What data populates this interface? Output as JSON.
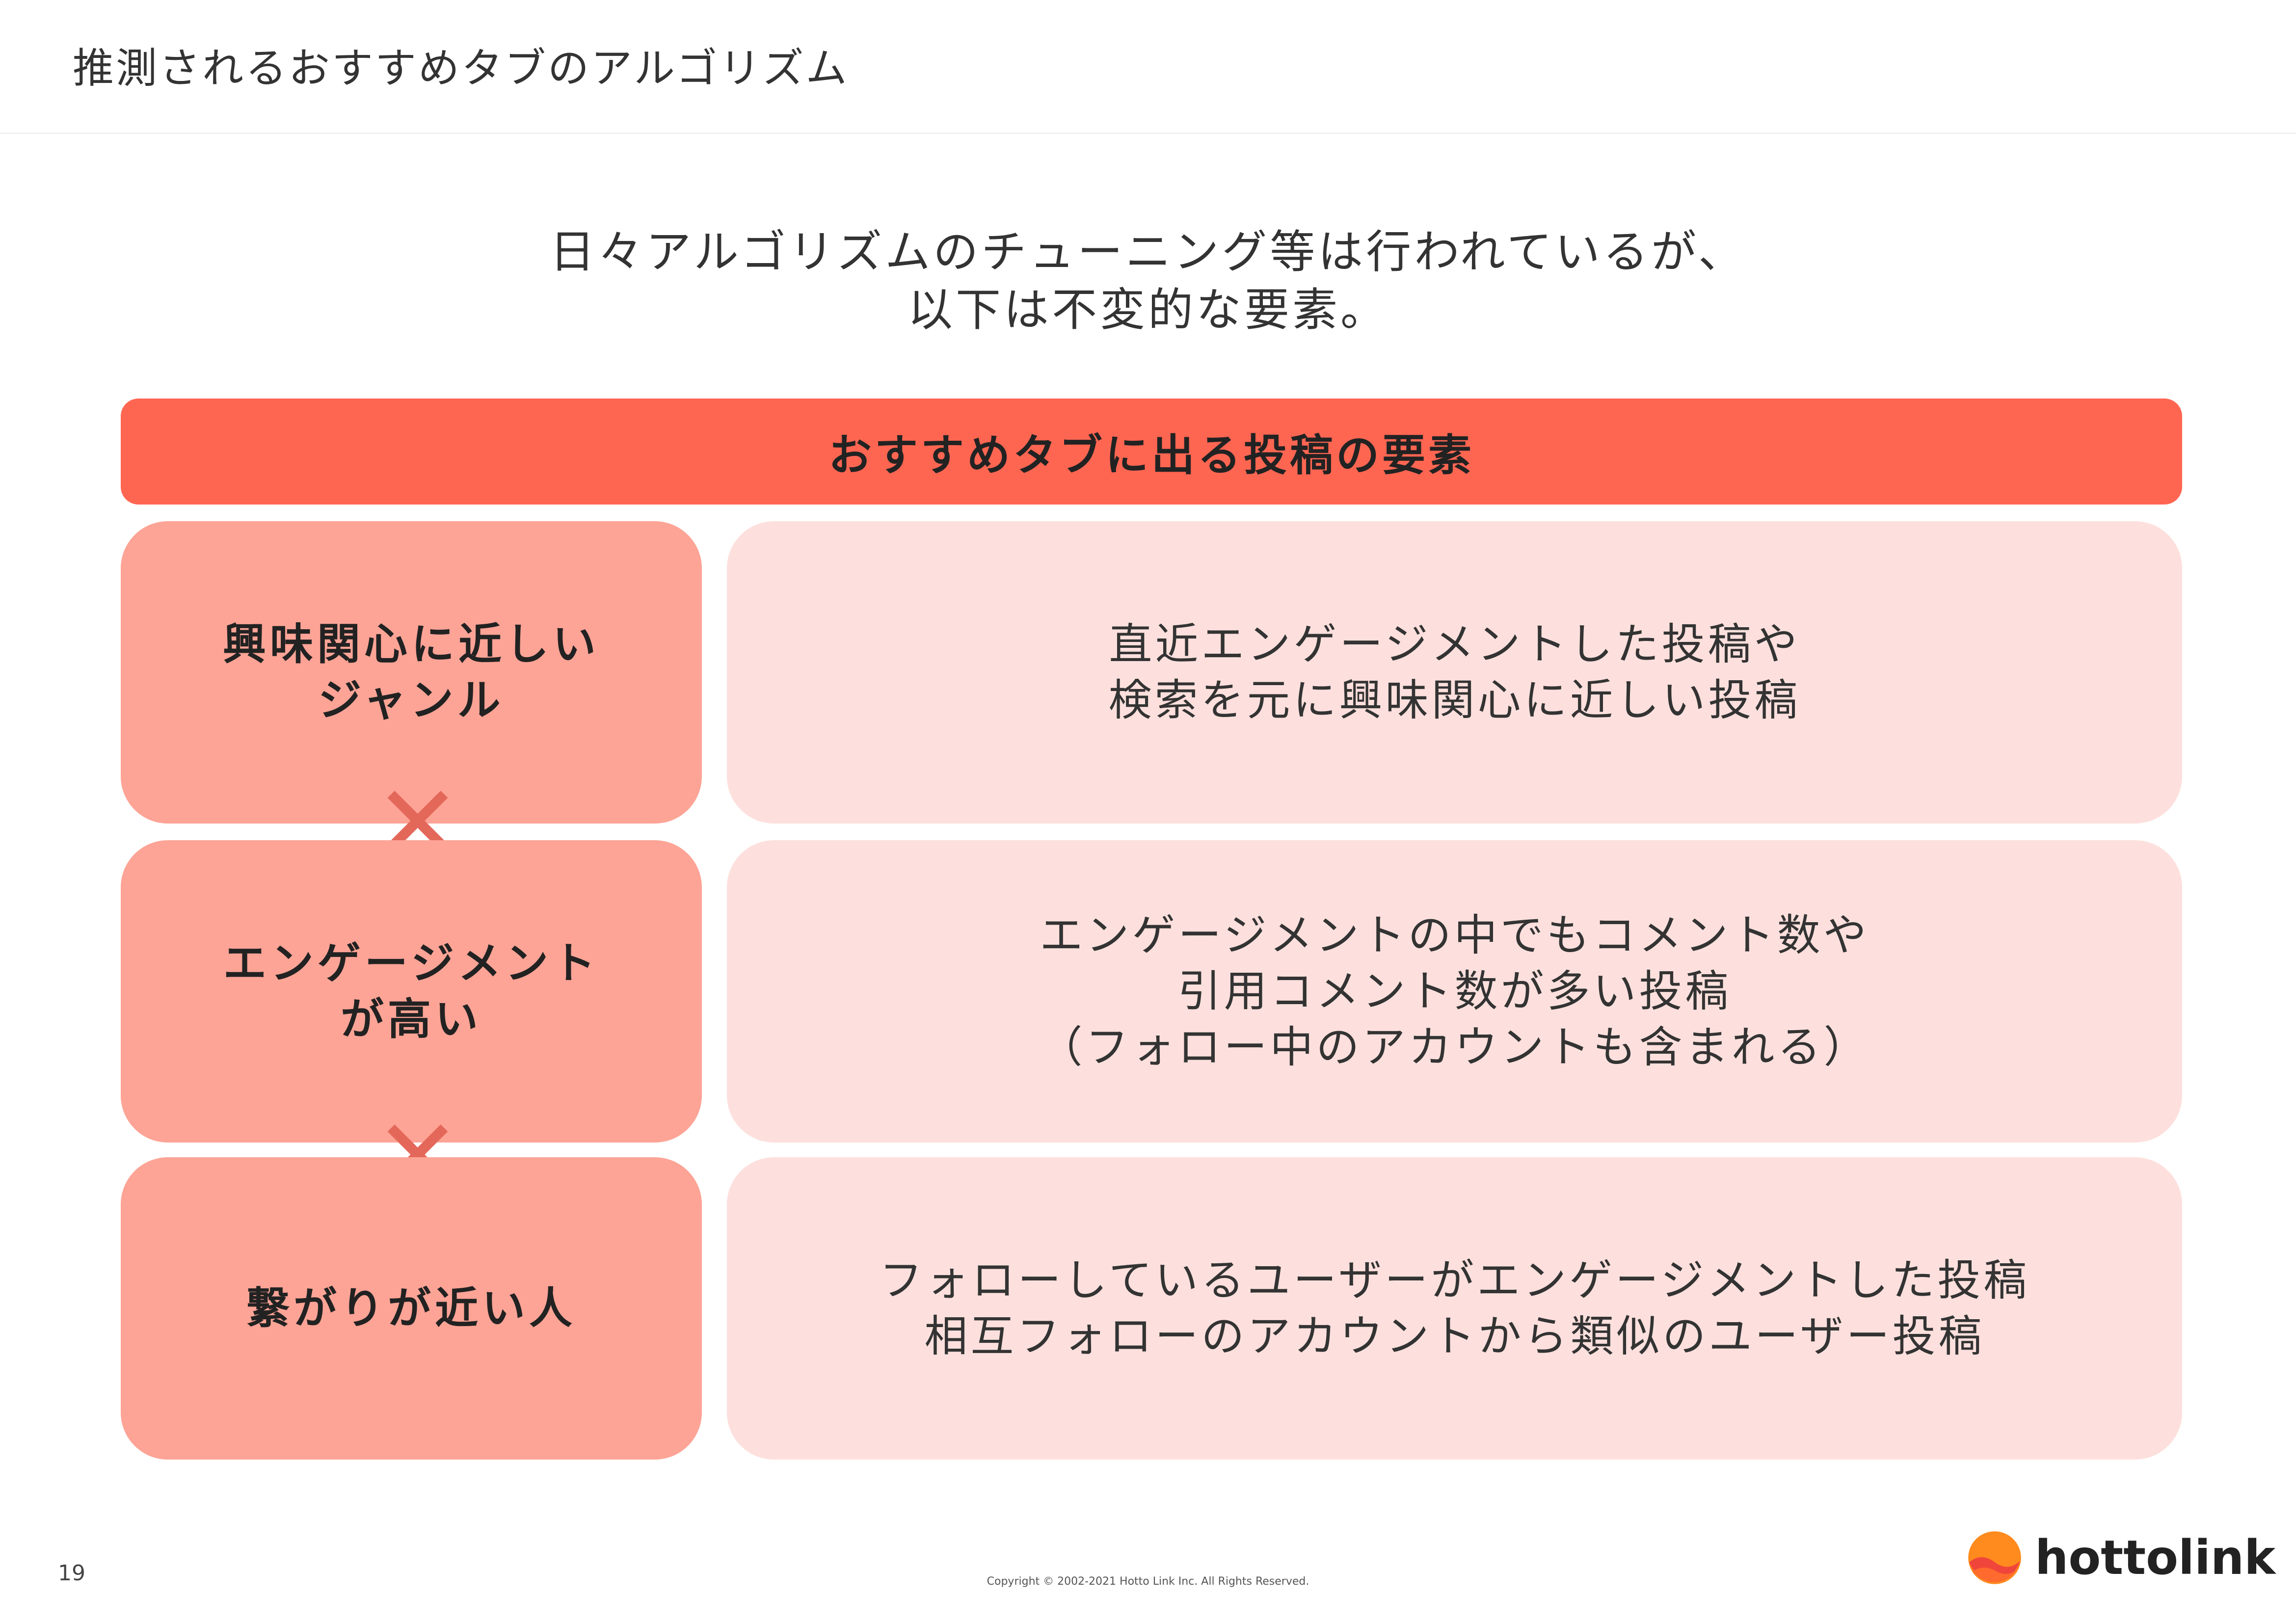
{
  "slide": {
    "title": "推測されるおすすめタブのアルゴリズム",
    "lead": [
      "日々アルゴリズムのチューニング等は行われているが、",
      "以下は不変的な要素。"
    ],
    "banner": "おすすめタブに出る投稿の要素",
    "rows": [
      {
        "label": [
          "興味関心に近しい",
          "ジャンル"
        ],
        "description": [
          "直近エンゲージメントした投稿や",
          "検索を元に興味関心に近しい投稿"
        ]
      },
      {
        "label": [
          "エンゲージメント",
          "が高い"
        ],
        "description": [
          "エンゲージメントの中でもコメント数や",
          "引用コメント数が多い投稿",
          "（フォロー中のアカウントも含まれる）"
        ]
      },
      {
        "label": [
          "繋がりが近い人"
        ],
        "description": [
          "フォローしているユーザーがエンゲージメントした投稿",
          "相互フォローのアカウントから類似のユーザー投稿"
        ]
      }
    ],
    "operator_symbol": "✕"
  },
  "footer": {
    "page_number": "19",
    "copyright": "Copyright © 2002-2021 Hotto Link Inc. All Rights Reserved.",
    "logo_text": "hottolink"
  },
  "colors": {
    "banner": "#ff6652",
    "label_box": "#fda496",
    "description_box": "#fde0dd",
    "cross": "#e4685a",
    "logo_orange": "#ff8a1e",
    "logo_red": "#f0453a"
  }
}
